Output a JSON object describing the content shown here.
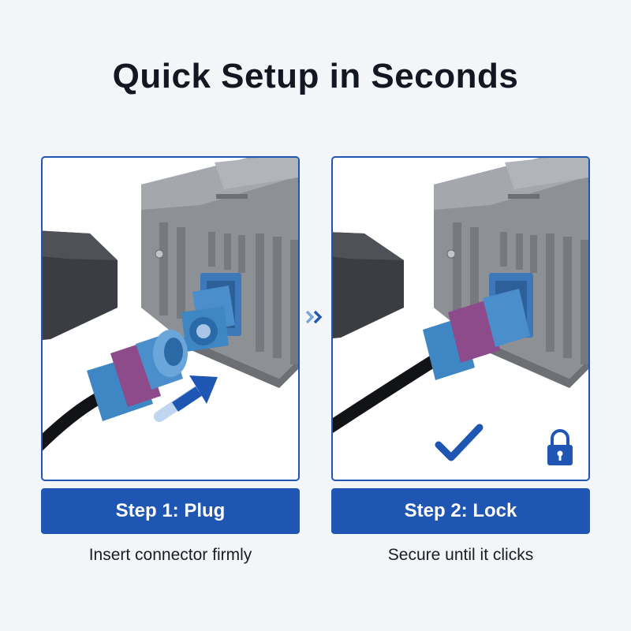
{
  "header": {
    "title": "Quick Setup in Seconds"
  },
  "steps": [
    {
      "label": "Step 1: Plug",
      "caption": "Insert connector firmly"
    },
    {
      "label": "Step 2: Lock",
      "caption": "Secure until it clicks"
    }
  ],
  "icons": {
    "between_steps": "double-chevron-right-icon",
    "step1_motion": "insert-arrow-icon",
    "step2_status": "checkmark-icon",
    "step2_lock": "padlock-icon"
  },
  "colors": {
    "brand_blue": "#1f56b3",
    "connector_blue": "#3f86c4",
    "connector_purple": "#8e4b8c",
    "housing_gray": "#8a8d92",
    "background": "#f3f5f8"
  }
}
